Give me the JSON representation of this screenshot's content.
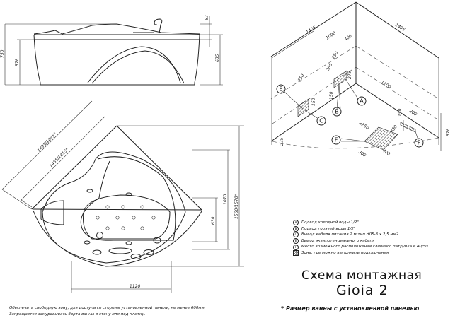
{
  "side_view": {
    "dims": [
      "750",
      "578",
      "57",
      "635"
    ]
  },
  "top_view": {
    "dims": [
      "1495/1495*",
      "1465/1415*",
      "1560/1570*",
      "1070",
      "630",
      "1120"
    ]
  },
  "iso_view": {
    "dims": [
      "1405",
      "1405",
      "1000",
      "400",
      "250",
      "280",
      "250",
      "150",
      "275",
      "150",
      "1100",
      "150",
      "200",
      "578",
      "2280",
      "480",
      "400",
      "300",
      "275"
    ],
    "markers": [
      "E",
      "C",
      "B",
      "A",
      "F",
      "F"
    ]
  },
  "legend": [
    {
      "marker": "A",
      "text": "Подвод холодной воды 1/2\""
    },
    {
      "marker": "B",
      "text": "Подвод горячей воды 1/2\""
    },
    {
      "marker": "C",
      "text": "Вывод кабеля питания  2 м тип H05-3 x 2,5 мм2"
    },
    {
      "marker": "E",
      "text": "Вывод эквипотенциального кабеля"
    },
    {
      "marker": "F",
      "text": "Место возможного расположения сливного патрубка  ø 40/50"
    },
    {
      "marker": "",
      "text": "Зона, где можно выполнить  подключения"
    }
  ],
  "title": {
    "line1": "Схема монтажная",
    "line2": "Gioia 2"
  },
  "note": "* Размер ванны с установленной панелью",
  "bottom_text": [
    "Обеспечить свободную зону, для доступа со стороны установленной панели, не менее 600мм.",
    "Запрещается замуровывать борта ванны в стену или под плитку."
  ]
}
